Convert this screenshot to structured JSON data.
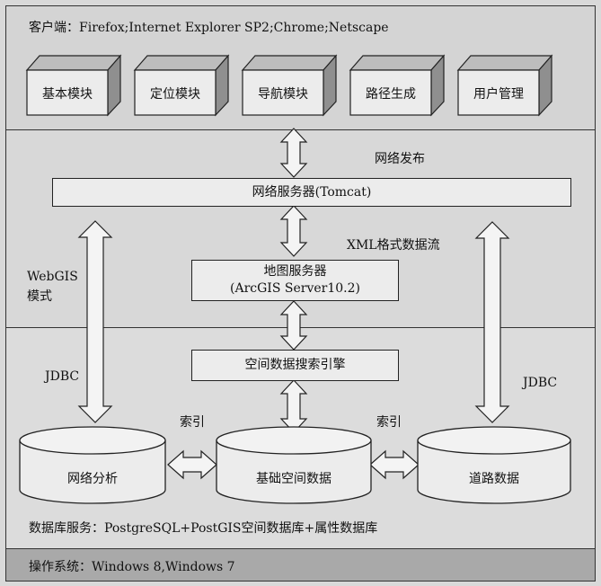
{
  "client": {
    "label": "客户端：Firefox;Internet Explorer SP2;Chrome;Netscape",
    "modules": [
      "基本模块",
      "定位模块",
      "导航模块",
      "路径生成",
      "用户管理"
    ]
  },
  "web": {
    "publish_label": "网络发布",
    "web_server": "网络服务器(Tomcat)",
    "xml_label": "XML格式数据流",
    "map_server_line1": "地图服务器",
    "map_server_line2": "(ArcGIS Server10.2)",
    "webgis_line1": "WebGIS",
    "webgis_line2": "模式"
  },
  "data": {
    "search_engine": "空间数据搜索引擎",
    "jdbc_left": "JDBC",
    "jdbc_right": "JDBC",
    "index_left": "索引",
    "index_right": "索引",
    "db_network": "网络分析",
    "db_base": "基础空间数据",
    "db_road": "道路数据",
    "db_service": "数据库服务：PostgreSQL+PostGIS空间数据库+属性数据库"
  },
  "os": {
    "label": "操作系统：Windows 8,Windows 7"
  }
}
